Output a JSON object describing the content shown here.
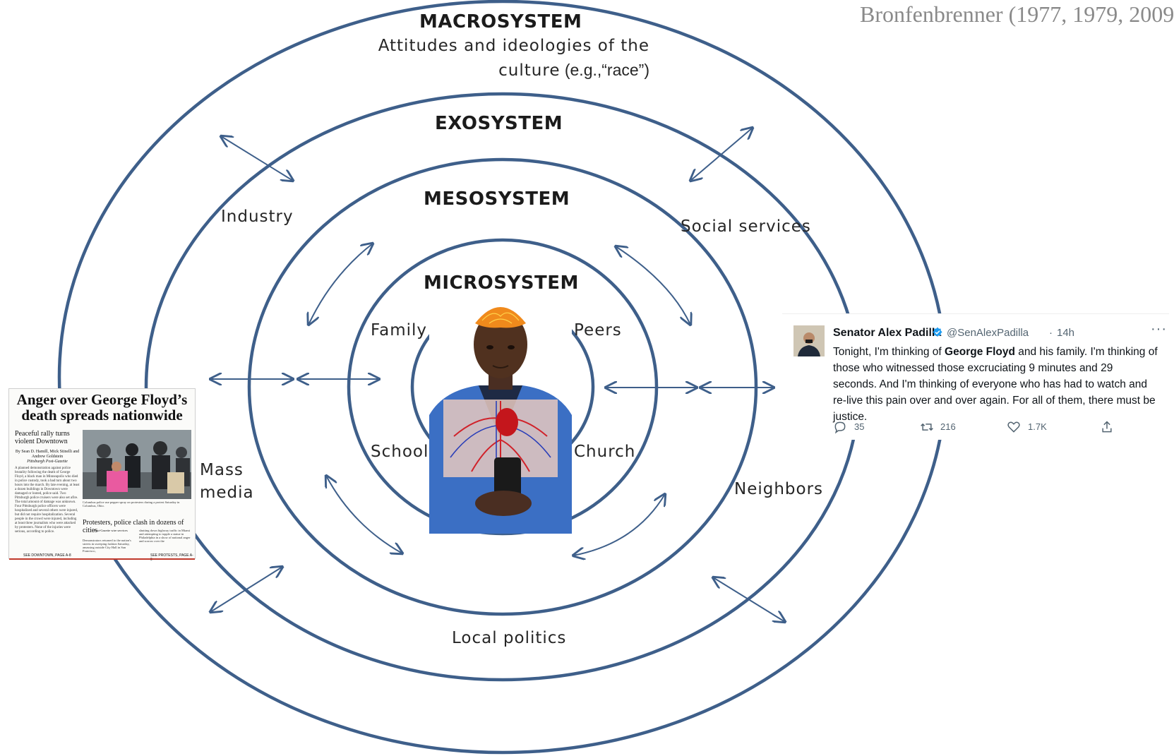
{
  "citation": "Bronfenbrenner (1977, 1979, 2009",
  "diagram": {
    "macrosystem": {
      "title": "MACROSYSTEM",
      "desc_line1": "Attitudes and ideologies of the",
      "desc_line2": "culture",
      "desc_line2_plain": " (e.g.,“race”)"
    },
    "exosystem": {
      "title": "EXOSYSTEM"
    },
    "mesosystem": {
      "title": "MESOSYSTEM"
    },
    "microsystem": {
      "title": "MICROSYSTEM"
    },
    "labels": {
      "industry": "Industry",
      "social_services": "Social services",
      "family": "Family",
      "peers": "Peers",
      "school": "School",
      "church": "Church",
      "mass_media_1": "Mass",
      "mass_media_2": "media",
      "neighbors": "Neighbors",
      "local_politics": "Local politics"
    },
    "ring_color": "#3e5f8a"
  },
  "newspaper": {
    "headline": "Anger over George Floyd’s death spreads nationwide",
    "subhead": "Peaceful rally turns violent Downtown",
    "byline": "By Sean D. Hamill, Mick Stinelli and Andrew Goldstein",
    "byline_paper": "Pittsburgh Post-Gazette",
    "body": "A planned demonstration against police brutality following the death of George Floyd, a black man in Minneapolis who died in police custody, took a bad turn about two hours into the march. By late evening, at least a dozen buildings in Downtown were damaged or looted, police said. Two Pittsburgh police cruisers were also set afire. The total amount of damage was unknown. Four Pittsburgh police officers were hospitalized and several others were injured, but did not require hospitalization. Several people in the crowd were injured, including at least three journalists who were attacked by protesters. None of the injuries were serious, according to police.",
    "caption": "Columbus police use pepper spray on protesters during a protest Saturday in Columbus, Ohio.",
    "second_headline": "Protesters, police clash in dozens of cities",
    "second_byline": "Post-Gazette wire services",
    "second_body1": "Demonstrators returned to the nation's streets in sweeping fashion Saturday, amassing outside City Hall in San Francisco,",
    "second_body2": "shutting down highway traffic in Miami and attempting to topple a statue in Philadelphia in a show of national anger and sorrow over the",
    "footer_left": "SEE DOWNTOWN, PAGE A-8",
    "footer_right": "SEE PROTESTS, PAGE A-9"
  },
  "tweet": {
    "name": "Senator Alex Padilla",
    "handle": "@SenAlexPadilla",
    "dot": "·",
    "time": "14h",
    "more": "···",
    "text_pre": "Tonight, I'm thinking of ",
    "text_bold": "George Floyd",
    "text_post": " and his family. I'm thinking of those who witnessed those excruciating 9 minutes and 29 seconds. And I'm thinking of everyone who has had to watch and re-live this pain over and over again. For all of them, there must be justice.",
    "replies": "35",
    "retweets": "216",
    "likes": "1.7K",
    "verified_color": "#1d9bf0"
  }
}
